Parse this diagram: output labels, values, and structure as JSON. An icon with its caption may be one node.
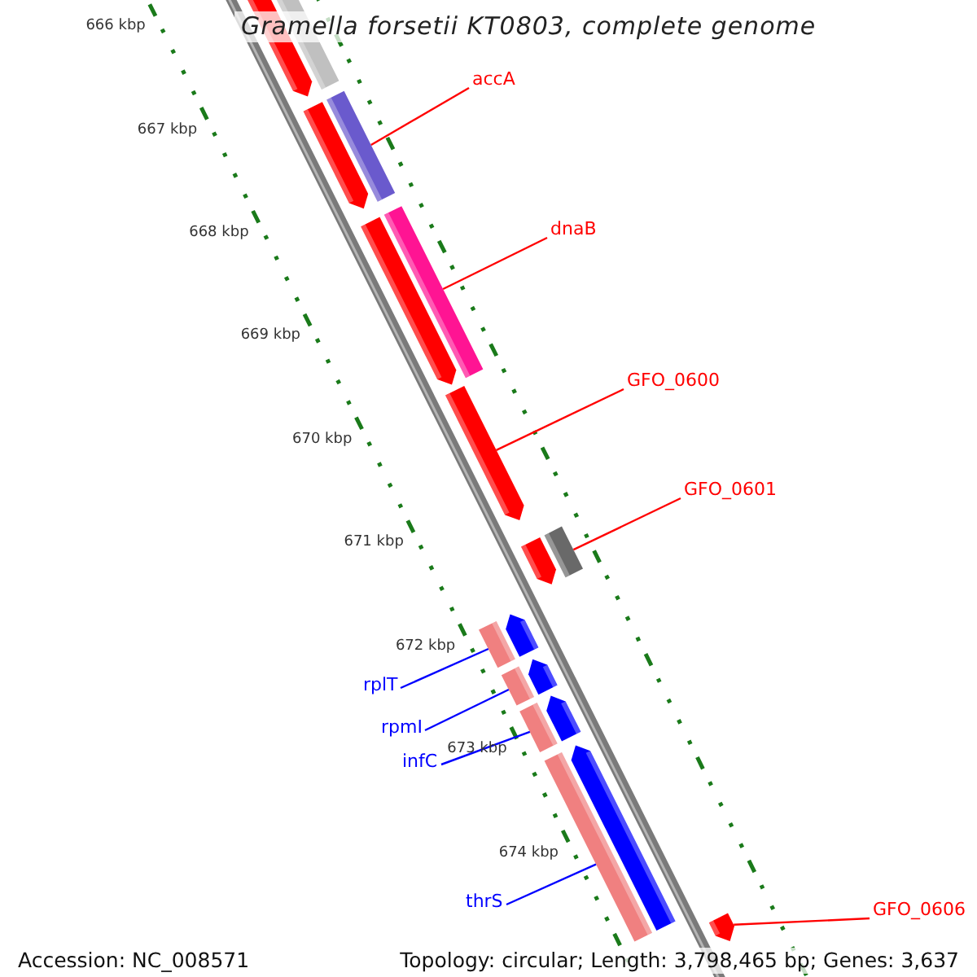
{
  "diagram": {
    "title": "Gramella forsetii KT0803, complete genome",
    "nodes": [
      {
        "text": [
          "accA"
        ]
      },
      {
        "text": [],
        "shape": "arrow"
      },
      {
        "text": [
          "dnaB"
        ]
      },
      {
        "text": [],
        "shape": "arrow"
      },
      {
        "text": [
          "GFO_0600"
        ]
      },
      {
        "text": [],
        "shape": "arrow"
      },
      {
        "text": [
          "GFO_0601"
        ]
      },
      {
        "text": [],
        "shape": "arrow"
      },
      {
        "text": [
          "rplT"
        ]
      },
      {
        "text": [],
        "shape": "arrow"
      },
      {
        "text": [
          "rpmI"
        ]
      },
      {
        "text": [],
        "shape": "arrow"
      },
      {
        "text": [
          "infC"
        ]
      },
      {
        "text": [],
        "shape": "arrow"
      },
      {
        "text": [
          "thrS"
        ]
      },
      {
        "text": [],
        "shape": "arrow"
      },
      {
        "text": [
          "GFO_0606"
        ]
      },
      {
        "text": [],
        "shape": "arrow"
      }
    ],
    "edges": [
      {
        "from": 0,
        "to": 1,
        "arrow": "none"
      },
      {
        "from": 2,
        "to": 3,
        "arrow": "none"
      },
      {
        "from": 4,
        "to": 5,
        "arrow": "none"
      },
      {
        "from": 6,
        "to": 7,
        "arrow": "none"
      },
      {
        "from": 8,
        "to": 9,
        "arrow": "none",
        "color": "#0000ff"
      },
      {
        "from": 10,
        "to": 11,
        "arrow": "none",
        "color": "#0000ff"
      },
      {
        "from": 12,
        "to": 13,
        "arrow": "none",
        "color": "#0000ff"
      },
      {
        "from": 14,
        "to": 15,
        "arrow": "none",
        "color": "#0000ff"
      },
      {
        "from": 16,
        "to": 17,
        "arrow": "none"
      }
    ],
    "labels": [
      "666 kbp",
      "667 kbp",
      "668 kbp",
      "669 kbp",
      "670 kbp",
      "671 kbp",
      "672 kbp",
      "673 kbp",
      "674 kbp",
      "Accession: NC_008571",
      "Topology: circular; Length: 3,798,465 bp; Genes: 3,637"
    ]
  }
}
